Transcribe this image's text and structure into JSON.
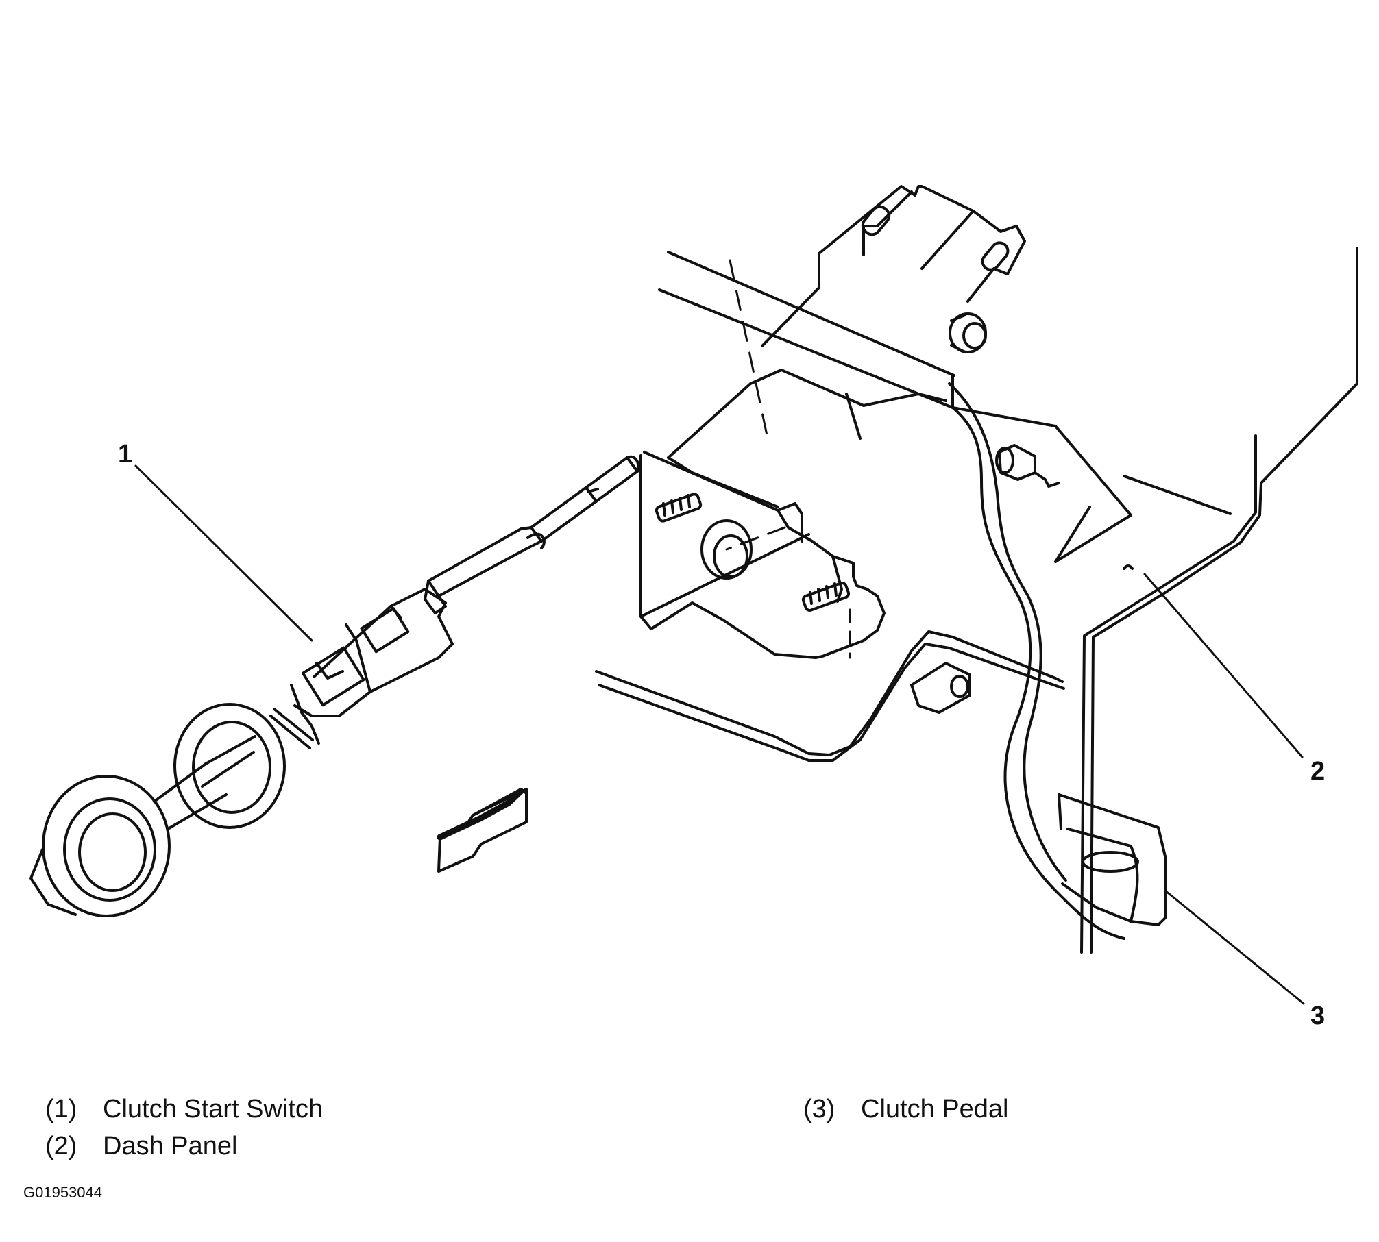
{
  "callouts": [
    {
      "number": "1"
    },
    {
      "number": "2"
    },
    {
      "number": "3"
    }
  ],
  "legend": [
    {
      "number": "(1)",
      "label": "Clutch Start Switch"
    },
    {
      "number": "(2)",
      "label": "Dash Panel"
    },
    {
      "number": "(3)",
      "label": "Clutch Pedal"
    }
  ],
  "figure_id": "G01953044"
}
